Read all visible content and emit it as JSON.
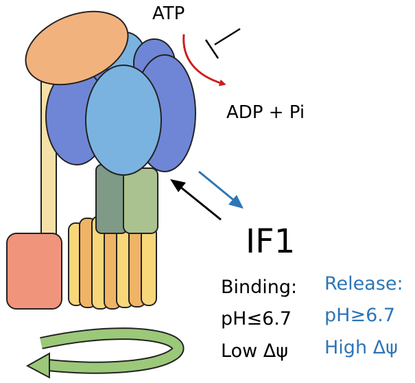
{
  "labels": {
    "atp": "ATP",
    "adp": "ADP + Pi",
    "if1": "IF1",
    "binding": {
      "title": "Binding:",
      "ph": "pH≤6.7",
      "potential": "Low Δψ"
    },
    "release": {
      "title": "Release:",
      "ph": "pH≥6.7",
      "potential": "High Δψ"
    }
  },
  "colors": {
    "outline": "#222222",
    "cap_orange": "#f2b27d",
    "peripheral_stalk": "#f5e1a8",
    "f1_blue_dark": "#6f86d6",
    "f1_blue_light": "#7ab3e0",
    "central_stalk_grey": "#7f9a86",
    "central_stalk_green": "#a9c290",
    "a_subunit_salmon": "#f0947c",
    "c_ring_orange": "#f0b466",
    "c_ring_yellow": "#f7d77a",
    "rotation_arrow_green": "#9cc87a",
    "atp_arrow_red": "#cc1f1f",
    "release_blue": "#2e75b6",
    "binding_black": "#000000"
  }
}
